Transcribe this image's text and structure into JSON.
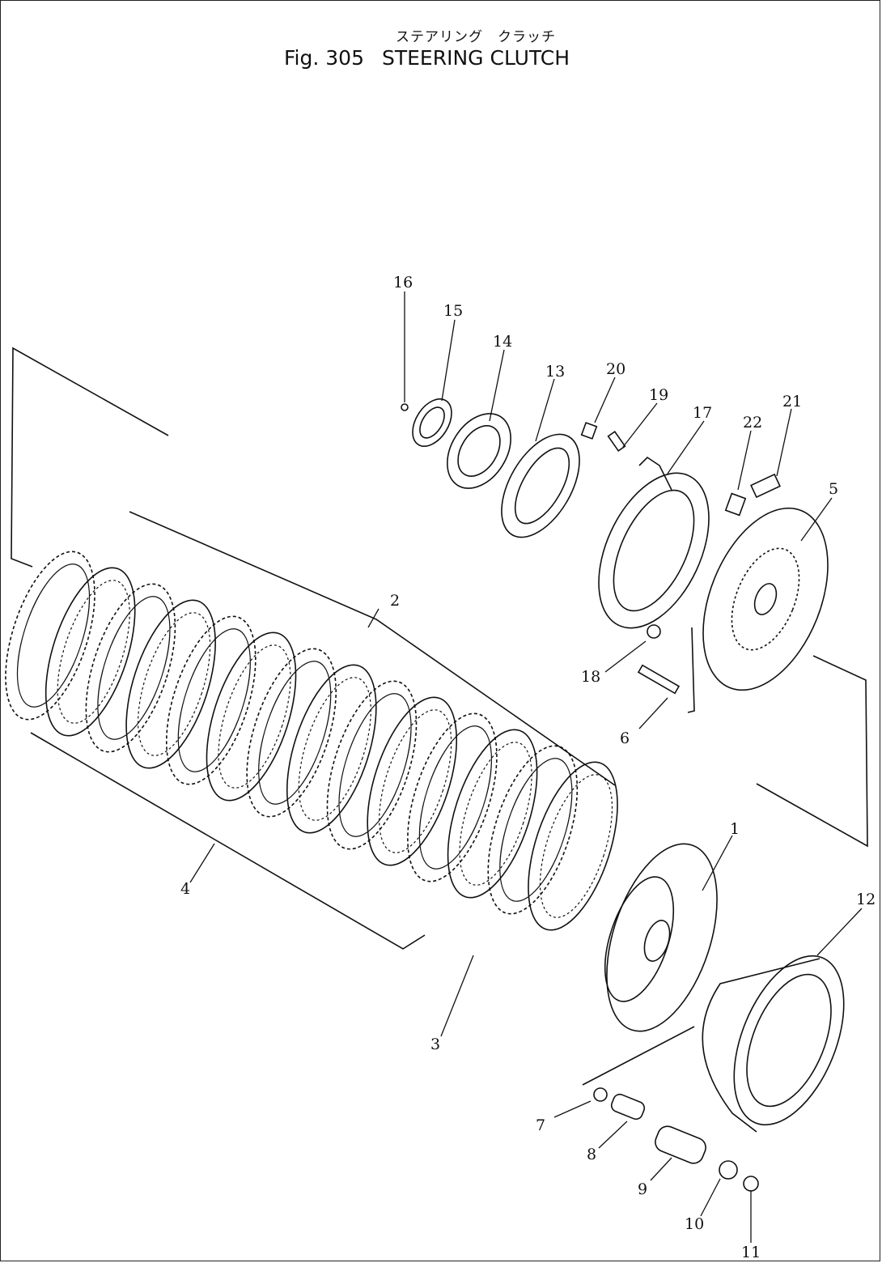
{
  "title": {
    "japanese": "ステアリング　クラッチ",
    "fig_label": "Fig. 305",
    "name": "STEERING CLUTCH"
  },
  "callouts": {
    "c1": "1",
    "c2": "2",
    "c3": "3",
    "c4": "4",
    "c5": "5",
    "c6": "6",
    "c7": "7",
    "c8": "8",
    "c9": "9",
    "c10": "10",
    "c11": "11",
    "c12": "12",
    "c13": "13",
    "c14": "14",
    "c15": "15",
    "c16": "16",
    "c17": "17",
    "c18": "18",
    "c19": "19",
    "c20": "20",
    "c21": "21",
    "c22": "22"
  },
  "colors": {
    "ink": "#111111",
    "paper": "#ffffff"
  }
}
